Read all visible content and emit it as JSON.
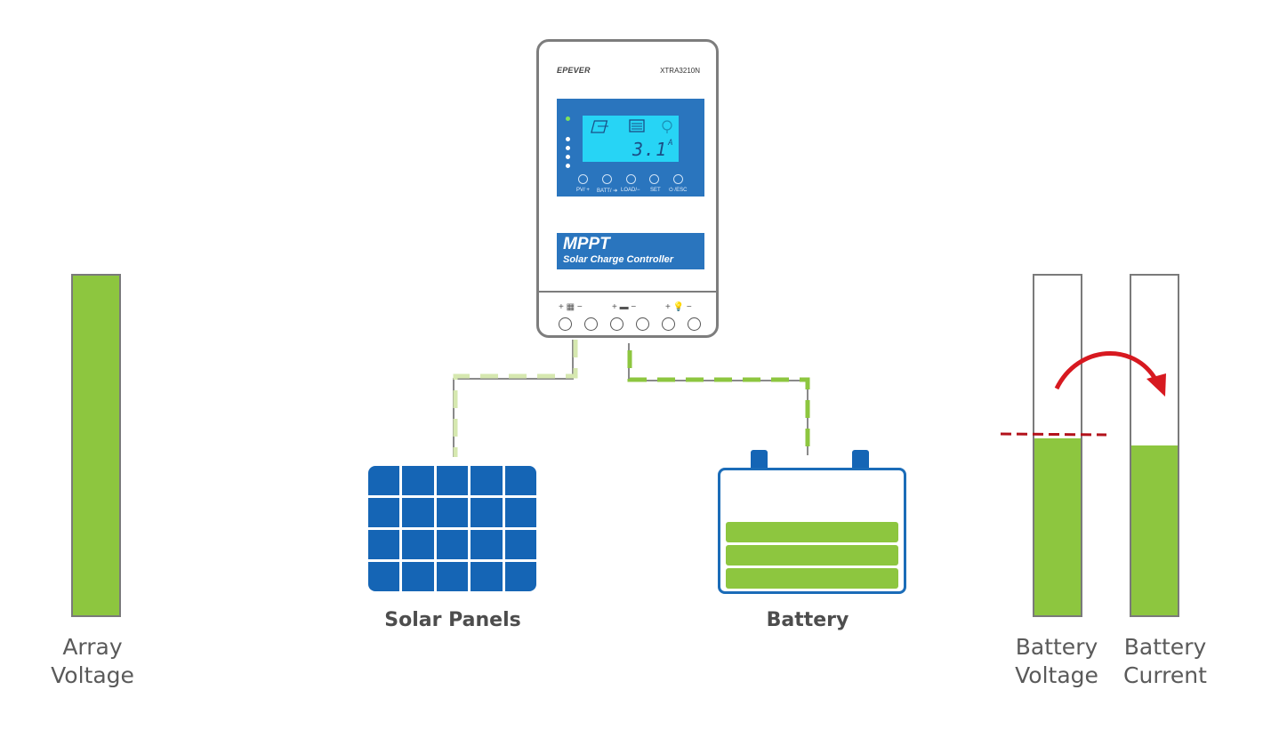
{
  "controller": {
    "brand": "EPEVER",
    "model": "XTRA3210N",
    "reading": "3.1",
    "reading_unit": "A",
    "buttons": [
      "PV/ +",
      "BATT/ ➔",
      "LOAD/−",
      "SET",
      "⏻ /ESC"
    ],
    "mppt_title": "MPPT",
    "mppt_subtitle": "Solar Charge Controller",
    "terminal_symbols": [
      "+ ▦ −",
      "+ ▬ −",
      "+ 💡 −"
    ]
  },
  "devices": {
    "solar_label": "Solar Panels",
    "battery_label": "Battery"
  },
  "gauges": {
    "array_voltage": {
      "label": "Array\nVoltage",
      "level": 1.0
    },
    "battery_voltage": {
      "label": "Battery\nVoltage",
      "level": 0.52
    },
    "battery_current": {
      "label": "Battery\nCurrent",
      "level": 0.5
    }
  },
  "colors": {
    "fill_green": "#8dc63f",
    "device_blue": "#1565b5",
    "arrow_red": "#d71920",
    "dash_red": "#b3121b",
    "wire_gray": "#8a8a8a",
    "dash_light_green": "#d6e8b0"
  }
}
